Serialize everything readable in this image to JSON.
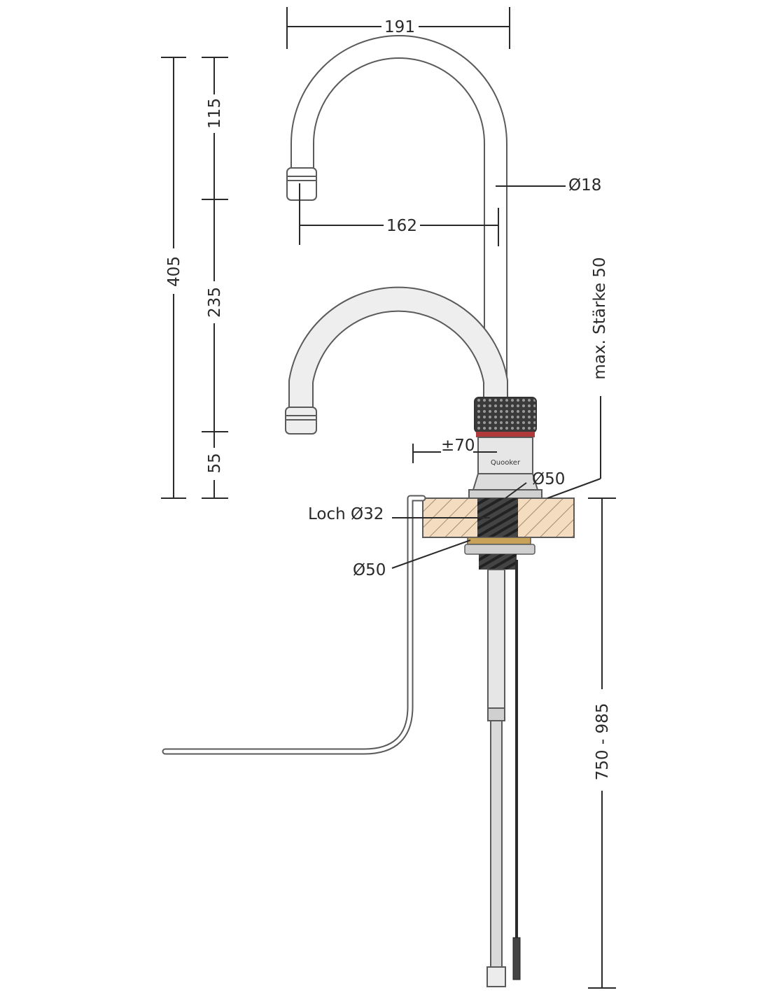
{
  "dimensions": {
    "spout_width_high": "191",
    "spout_reach_low": "162",
    "total_height": "405",
    "upper_section": "115",
    "middle_section": "235",
    "base_section": "55",
    "tube_diameter": "Ø18",
    "rotation": "±70",
    "base_diameter_top": "Ø50",
    "hole": "Loch Ø32",
    "base_diameter_bottom": "Ø50",
    "counter_thickness": "max. Stärke 50",
    "below_counter": "750 - 985"
  },
  "brand": "Quooker",
  "colors": {
    "line": "#2a2a2a",
    "tap_outline": "#5a5a5a",
    "tap_fill": "#eeeeee",
    "counter_fill": "#f3dcc0",
    "counter_hatch": "#a88a6a",
    "washer": "#c9a25a",
    "accent_ring": "#b03a3a"
  }
}
